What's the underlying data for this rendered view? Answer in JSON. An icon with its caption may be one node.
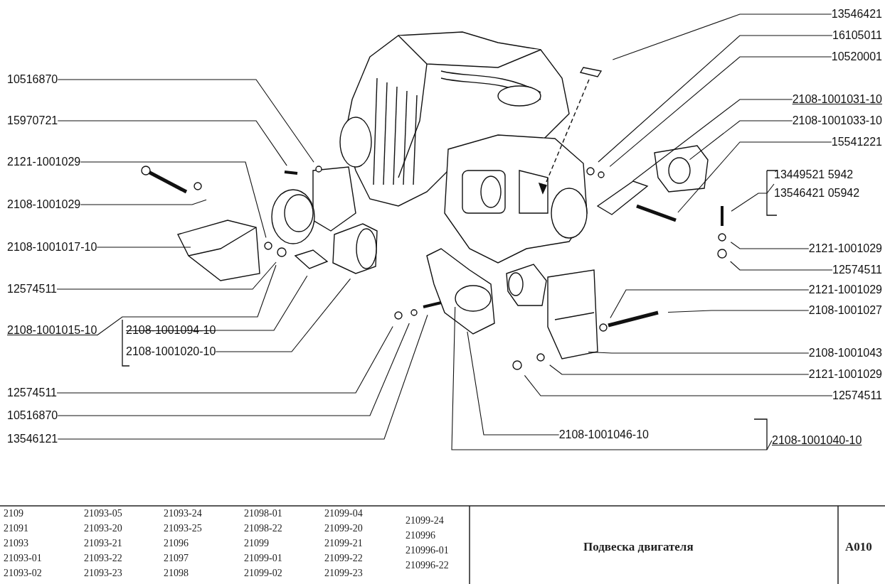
{
  "diagram": {
    "nodes": [
      {
        "text": [
          "10516870"
        ]
      },
      {
        "text": [
          "15970721"
        ]
      },
      {
        "text": [
          "2121-1001029"
        ]
      },
      {
        "text": [
          "2108-1001029"
        ]
      },
      {
        "text": [
          "2108-1001017-10"
        ]
      },
      {
        "text": [
          "12574511"
        ]
      },
      {
        "text": [
          "2108-1001015-10"
        ]
      },
      {
        "text": [
          "2108-1001094-10"
        ]
      },
      {
        "text": [
          "2108-1001020-10"
        ]
      },
      {
        "text": [
          "12574511"
        ]
      },
      {
        "text": [
          "10516870"
        ]
      },
      {
        "text": [
          "13546121"
        ]
      },
      {
        "text": [
          "13546421"
        ]
      },
      {
        "text": [
          "16105011"
        ]
      },
      {
        "text": [
          "10520001"
        ]
      },
      {
        "text": [
          "2108-1001031-10"
        ]
      },
      {
        "text": [
          "2108-1001033-10"
        ]
      },
      {
        "text": [
          "15541221"
        ]
      },
      {
        "text": [
          "13449521 5942",
          "13546421 05942"
        ]
      },
      {
        "text": [
          "2121-1001029"
        ]
      },
      {
        "text": [
          "12574511"
        ]
      },
      {
        "text": [
          "2121-1001029"
        ]
      },
      {
        "text": [
          "2108-1001027"
        ]
      },
      {
        "text": [
          "2108-1001043"
        ]
      },
      {
        "text": [
          "2121-1001029"
        ]
      },
      {
        "text": [
          "12574511"
        ]
      },
      {
        "text": [
          "2108-1001046-10"
        ]
      },
      {
        "text": [
          "2108-1001040-10"
        ]
      }
    ],
    "edges": [
      {
        "from": 0,
        "to": null,
        "arrow": "none"
      },
      {
        "from": 1,
        "to": null,
        "arrow": "none"
      },
      {
        "from": 2,
        "to": null,
        "arrow": "none"
      },
      {
        "from": 3,
        "to": null,
        "arrow": "none"
      },
      {
        "from": 4,
        "to": null,
        "arrow": "none"
      },
      {
        "from": 5,
        "to": null,
        "arrow": "none"
      },
      {
        "from": 6,
        "to": null,
        "arrow": "none"
      },
      {
        "from": 7,
        "to": null,
        "arrow": "none"
      },
      {
        "from": 8,
        "to": null,
        "arrow": "none"
      },
      {
        "from": 9,
        "to": null,
        "arrow": "none"
      },
      {
        "from": 10,
        "to": null,
        "arrow": "none"
      },
      {
        "from": 11,
        "to": null,
        "arrow": "none"
      },
      {
        "from": 12,
        "to": null,
        "arrow": "none"
      },
      {
        "from": 13,
        "to": null,
        "arrow": "none"
      },
      {
        "from": 14,
        "to": null,
        "arrow": "none"
      },
      {
        "from": 15,
        "to": null,
        "arrow": "none"
      },
      {
        "from": 16,
        "to": null,
        "arrow": "none"
      },
      {
        "from": 17,
        "to": null,
        "arrow": "none"
      },
      {
        "from": 18,
        "to": null,
        "arrow": "none"
      },
      {
        "from": 19,
        "to": null,
        "arrow": "none"
      },
      {
        "from": 20,
        "to": null,
        "arrow": "none"
      },
      {
        "from": 21,
        "to": null,
        "arrow": "none"
      },
      {
        "from": 22,
        "to": null,
        "arrow": "none"
      },
      {
        "from": 23,
        "to": null,
        "arrow": "none"
      },
      {
        "from": 24,
        "to": null,
        "arrow": "none"
      },
      {
        "from": 25,
        "to": null,
        "arrow": "none"
      },
      {
        "from": 26,
        "to": null,
        "arrow": "none"
      },
      {
        "from": 27,
        "to": null,
        "arrow": "none"
      }
    ],
    "labels": [
      "2109",
      "21093-05",
      "21093-24",
      "21098-01",
      "21099-04",
      "21099-24",
      "21091",
      "21093-20",
      "21093-25",
      "21098-22",
      "21099-20",
      "210996",
      "21093",
      "21093-21",
      "21096",
      "21099",
      "21099-21",
      "210996-01",
      "21093-01",
      "21093-22",
      "21097",
      "21099-01",
      "21099-22",
      "210996-22",
      "21093-02",
      "21093-23",
      "21098",
      "21099-02",
      "21099-23",
      "Подвеска двигателя",
      "A010"
    ]
  }
}
